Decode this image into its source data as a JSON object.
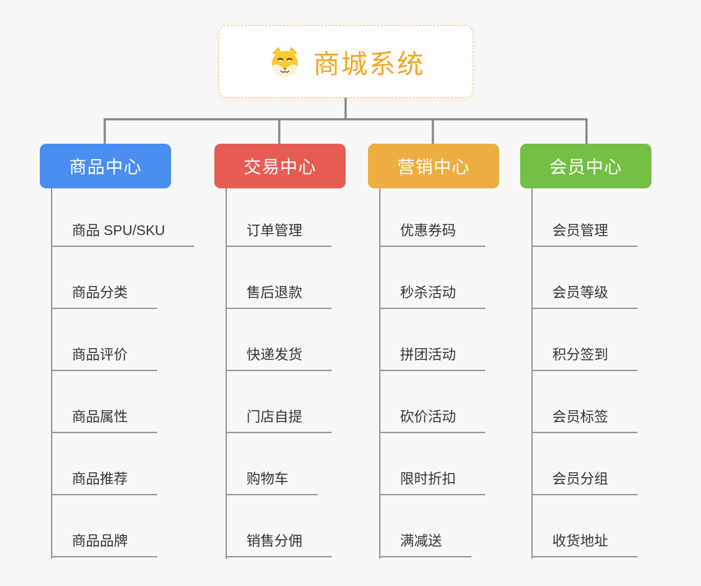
{
  "root": {
    "title": "商城系统",
    "icon": "dog-icon"
  },
  "colors": {
    "background": "#f8f8f8",
    "connector": "#848484",
    "underline": "#9a9a9a",
    "root_accent": "#F5A623",
    "root_border": "#F2C377"
  },
  "branches": [
    {
      "label": "商品中心",
      "color": "#4A8FF0",
      "items": [
        "商品 SPU/SKU",
        "商品分类",
        "商品评价",
        "商品属性",
        "商品推荐",
        "商品品牌"
      ]
    },
    {
      "label": "交易中心",
      "color": "#E65C55",
      "items": [
        "订单管理",
        "售后退款",
        "快递发货",
        "门店自提",
        "购物车",
        "销售分佣"
      ]
    },
    {
      "label": "营销中心",
      "color": "#EDAE41",
      "items": [
        "优惠券码",
        "秒杀活动",
        "拼团活动",
        "砍价活动",
        "限时折扣",
        "满减送"
      ]
    },
    {
      "label": "会员中心",
      "color": "#74BF44",
      "items": [
        "会员管理",
        "会员等级",
        "积分签到",
        "会员标签",
        "会员分组",
        "收货地址"
      ]
    }
  ]
}
